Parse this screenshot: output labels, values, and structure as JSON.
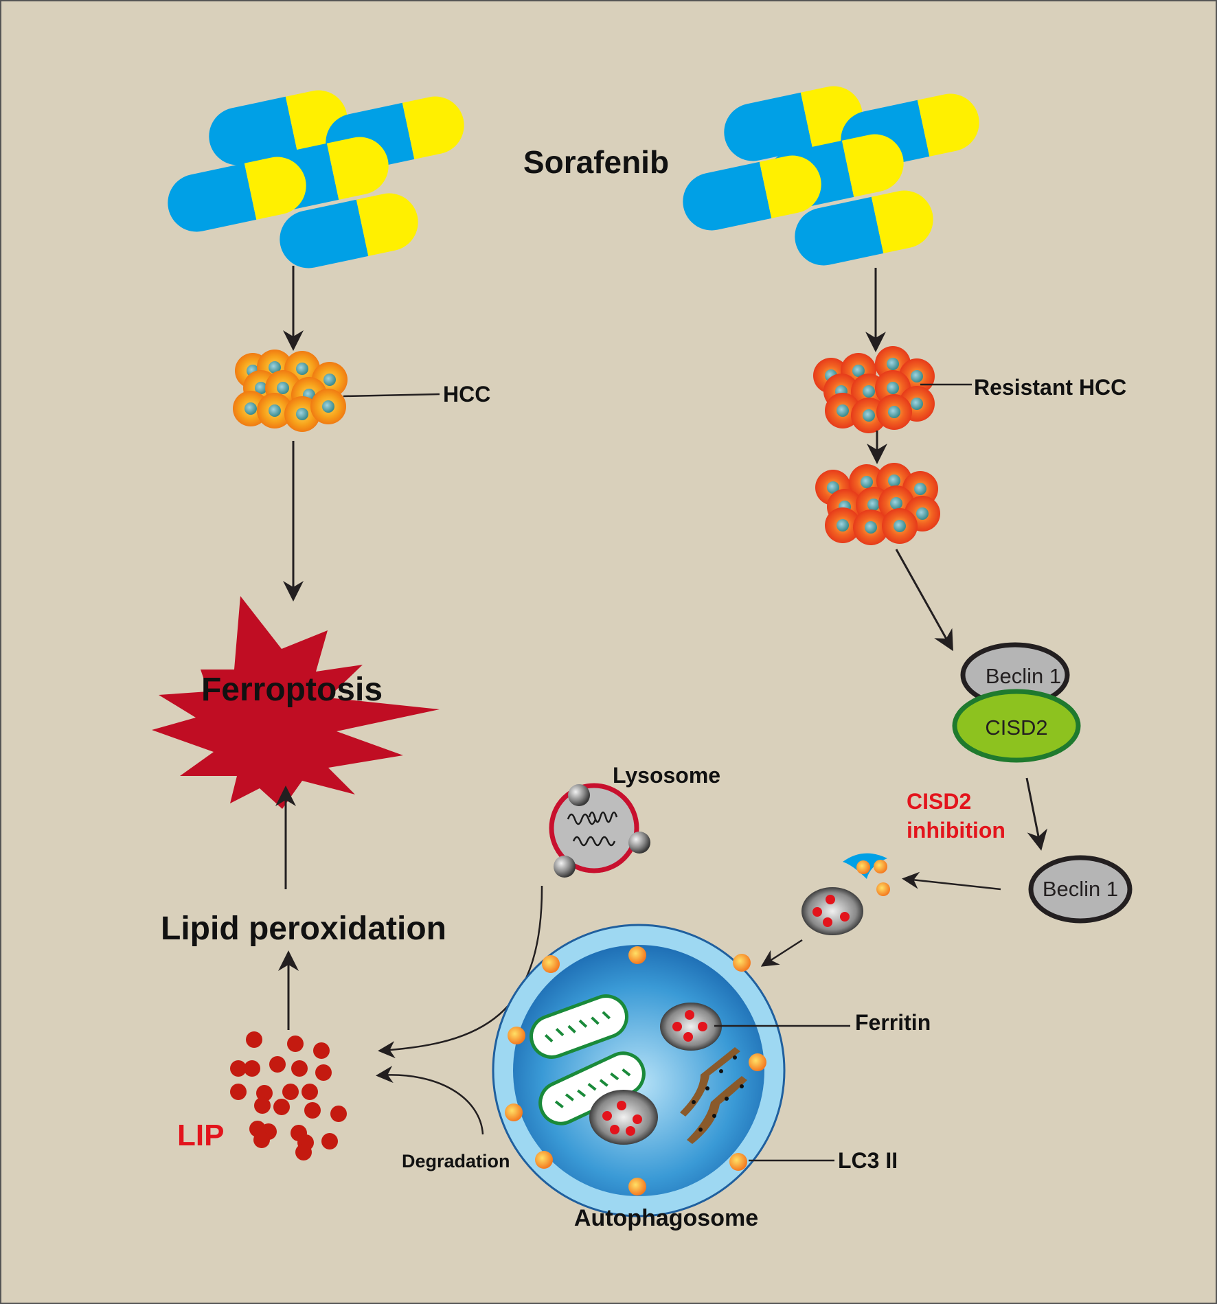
{
  "labels": {
    "sorafenib": "Sorafenib",
    "hcc": "HCC",
    "resistant_hcc": "Resistant HCC",
    "ferroptosis": "Ferroptosis",
    "lipid_peroxidation": "Lipid peroxidation",
    "lip": "LIP",
    "lysosome": "Lysosome",
    "beclin1_top": "Beclin 1",
    "cisd2": "CISD2",
    "cisd2_inhibition_line1": "CISD2",
    "cisd2_inhibition_line2": "inhibition",
    "beclin1_bottom": "Beclin 1",
    "ferritin": "Ferritin",
    "lc3ii": "LC3 II",
    "degradation": "Degradation",
    "autophagosome": "Autophagosome"
  },
  "colors": {
    "background": "#d9d0bb",
    "capsule_blue": "#00a0e6",
    "capsule_yellow": "#fff000",
    "ferroptosis_red": "#c00d23",
    "inhibition_red": "#e3141c",
    "lip_red": "#c41a10",
    "cisd2_green": "#8dc21f",
    "cisd2_border": "#1f7a2e",
    "beclin_gray": "#b5b5b5"
  }
}
